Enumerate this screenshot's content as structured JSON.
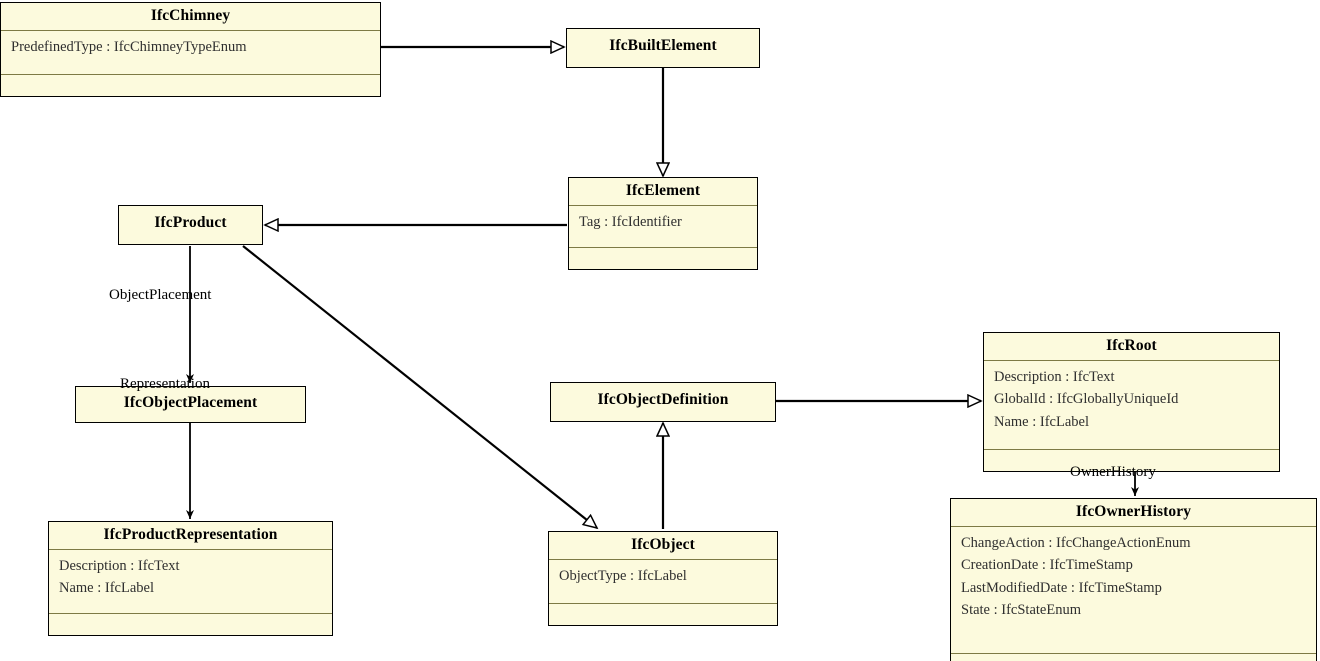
{
  "diagram": {
    "type": "uml-class-diagram",
    "title": "IfcChimney inheritance and attribute diagram",
    "colors": {
      "class_fill": "#fcfadd",
      "class_border": "#000000",
      "compartment_separator": "#7d7a45",
      "edge": "#000000",
      "attribute_text": "#2f2f2f",
      "background": "#ffffff"
    }
  },
  "classes": {
    "ifc_chimney": {
      "name": "IfcChimney",
      "attributes": [
        "PredefinedType : IfcChimneyTypeEnum"
      ],
      "has_empty_compartment": true
    },
    "ifc_built_element": {
      "name": "IfcBuiltElement",
      "attributes": [],
      "has_empty_compartment": false
    },
    "ifc_element": {
      "name": "IfcElement",
      "attributes": [
        "Tag : IfcIdentifier"
      ],
      "has_empty_compartment": true
    },
    "ifc_product": {
      "name": "IfcProduct",
      "attributes": [],
      "has_empty_compartment": false
    },
    "ifc_object_placement": {
      "name": "IfcObjectPlacement",
      "attributes": [],
      "has_empty_compartment": false
    },
    "ifc_product_representation": {
      "name": "IfcProductRepresentation",
      "attributes": [
        "Description : IfcText",
        "Name : IfcLabel"
      ],
      "has_empty_compartment": true
    },
    "ifc_object_definition": {
      "name": "IfcObjectDefinition",
      "attributes": [],
      "has_empty_compartment": false
    },
    "ifc_object": {
      "name": "IfcObject",
      "attributes": [
        "ObjectType : IfcLabel"
      ],
      "has_empty_compartment": true
    },
    "ifc_root": {
      "name": "IfcRoot",
      "attributes": [
        "Description : IfcText",
        "GlobalId : IfcGloballyUniqueId",
        "Name : IfcLabel"
      ],
      "has_empty_compartment": true
    },
    "ifc_owner_history": {
      "name": "IfcOwnerHistory",
      "attributes": [
        "ChangeAction : IfcChangeActionEnum",
        "CreationDate : IfcTimeStamp",
        "LastModifiedDate : IfcTimeStamp",
        "State : IfcStateEnum"
      ],
      "has_empty_compartment": true
    }
  },
  "relationships": [
    {
      "id": "chimney-to-builtelement",
      "from": "IfcChimney",
      "to": "IfcBuiltElement",
      "kind": "generalization",
      "label": ""
    },
    {
      "id": "builtelement-to-element",
      "from": "IfcBuiltElement",
      "to": "IfcElement",
      "kind": "generalization",
      "label": ""
    },
    {
      "id": "element-to-product",
      "from": "IfcElement",
      "to": "IfcProduct",
      "kind": "generalization",
      "label": ""
    },
    {
      "id": "product-objectplacement",
      "from": "IfcProduct",
      "to": "IfcObjectPlacement",
      "kind": "association",
      "label": "ObjectPlacement"
    },
    {
      "id": "objectplacement-productrepresentation",
      "from": "IfcObjectPlacement",
      "to": "IfcProductRepresentation",
      "kind": "association",
      "label": "Representation"
    },
    {
      "id": "product-to-object",
      "from": "IfcProduct",
      "to": "IfcObject",
      "kind": "generalization",
      "label": ""
    },
    {
      "id": "object-to-objectdefinition",
      "from": "IfcObject",
      "to": "IfcObjectDefinition",
      "kind": "generalization",
      "label": ""
    },
    {
      "id": "objectdefinition-to-root",
      "from": "IfcObjectDefinition",
      "to": "IfcRoot",
      "kind": "generalization",
      "label": ""
    },
    {
      "id": "root-ownerhistory",
      "from": "IfcRoot",
      "to": "IfcOwnerHistory",
      "kind": "association",
      "label": "OwnerHistory"
    }
  ],
  "edge_labels": {
    "object_placement": "ObjectPlacement",
    "representation": "Representation",
    "owner_history": "OwnerHistory"
  }
}
